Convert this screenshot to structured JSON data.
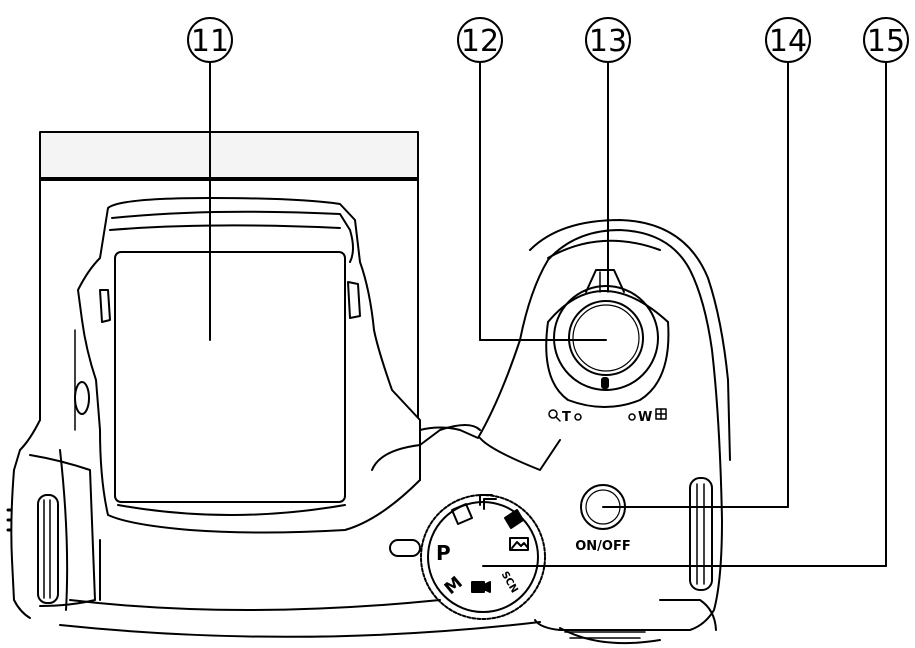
{
  "callouts": [
    {
      "id": "callout-11",
      "number": "11"
    },
    {
      "id": "callout-12",
      "number": "12"
    },
    {
      "id": "callout-13",
      "number": "13"
    },
    {
      "id": "callout-14",
      "number": "14"
    },
    {
      "id": "callout-15",
      "number": "15"
    }
  ],
  "zoom_lever": {
    "tele_label": "T",
    "wide_label": "W"
  },
  "power_button": {
    "label": "ON/OFF"
  },
  "mode_dial": {
    "program_label": "P",
    "manual_label": "M",
    "scene_label": "SCN"
  },
  "icons": {
    "tele": "magnifier-icon",
    "wide": "thumbnail-grid-icon",
    "dial_modes": [
      "smart-auto-icon",
      "burst-icon",
      "portrait-icon",
      "landscape-icon",
      "video-icon"
    ]
  },
  "colors": {
    "line": "#000000",
    "background": "#ffffff",
    "flash_top": "#f2f2f2",
    "dial_fill": "#ffffff"
  }
}
